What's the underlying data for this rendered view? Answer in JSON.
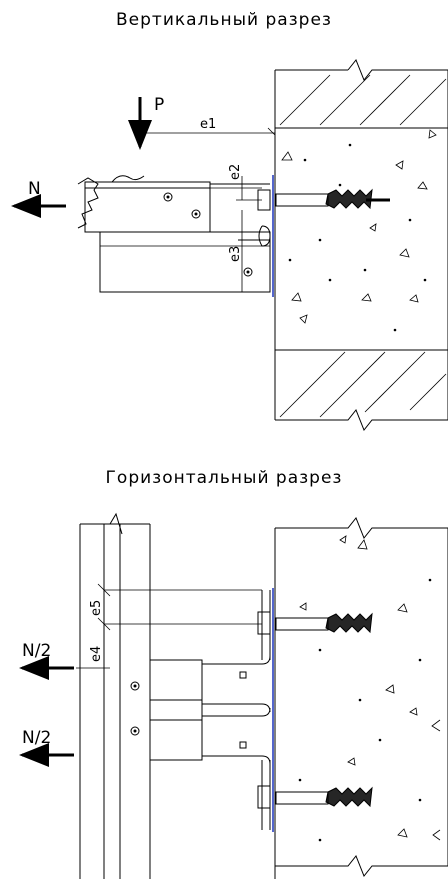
{
  "vertical_section": {
    "title": "Вертикальный разрез",
    "load_vertical": "P",
    "load_horizontal": "N",
    "dims": {
      "e1": "e1",
      "e2": "e2",
      "e3": "e3"
    }
  },
  "horizontal_section": {
    "title": "Горизонтальный разрез",
    "load_top": "N/2",
    "load_bottom": "N/2",
    "dims": {
      "e4": "e4",
      "e5": "e5"
    }
  },
  "colors": {
    "line": "#000000",
    "accent": "#5566cc",
    "background": "#ffffff"
  }
}
